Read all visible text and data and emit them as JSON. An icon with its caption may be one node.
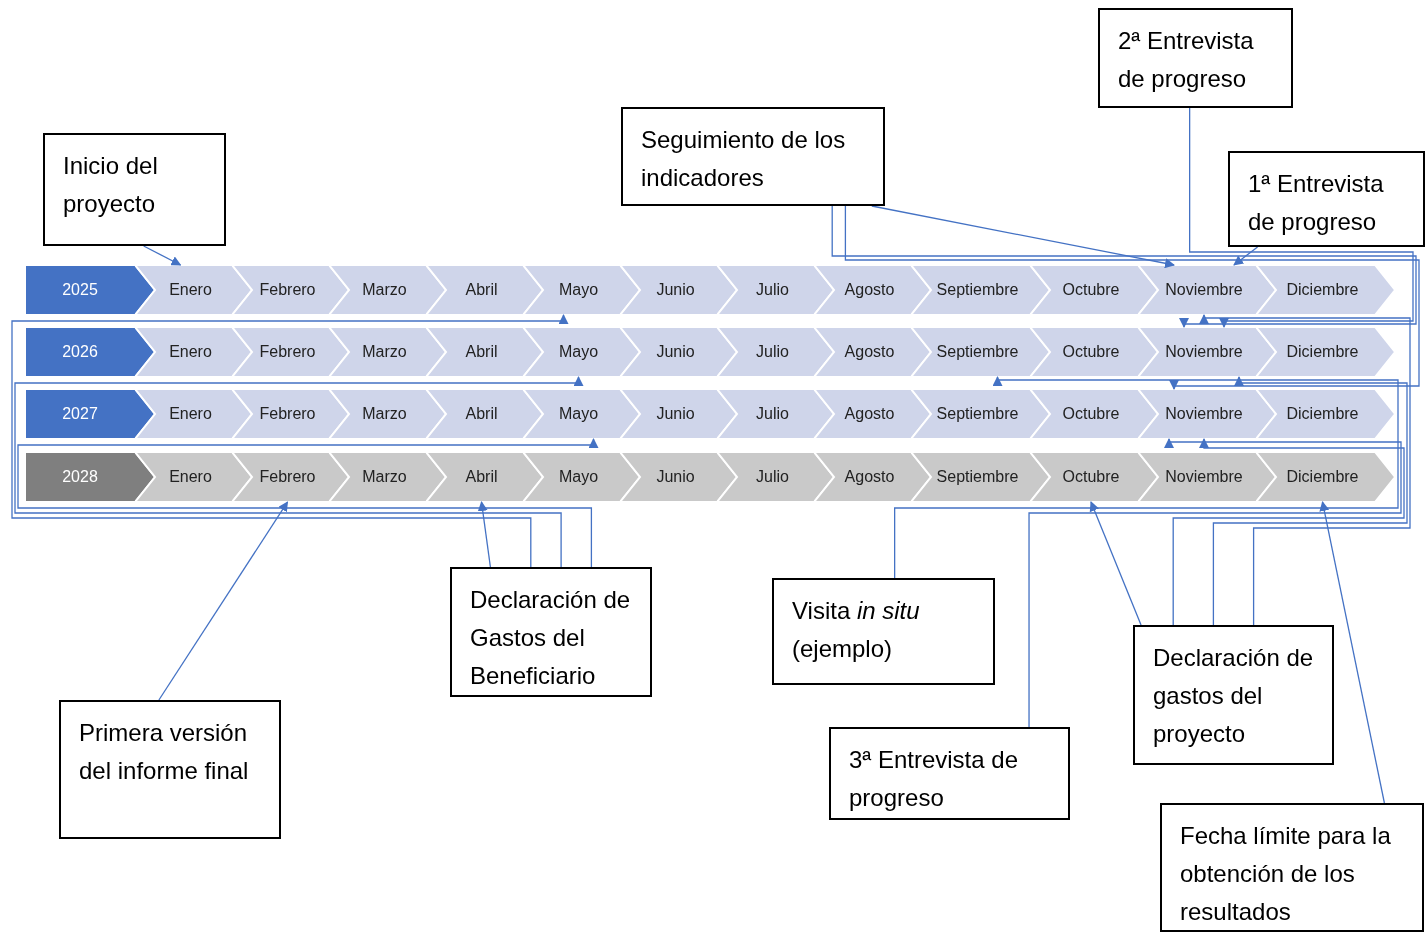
{
  "diagram": {
    "nodes": [
      {
        "text": [
          "2ª Entrevista de progreso"
        ]
      },
      {
        "text": [
          "Seguimiento de los indicadores"
        ]
      },
      {
        "text": [
          "Inicio del proyecto"
        ]
      },
      {
        "text": [
          "1ª Entrevista de progreso"
        ]
      },
      {
        "text": [
          "2025"
        ]
      },
      {
        "text": [
          "Enero"
        ]
      },
      {
        "text": [
          "Febrero"
        ]
      },
      {
        "text": [
          "Marzo"
        ]
      },
      {
        "text": [
          "Abril"
        ]
      },
      {
        "text": [
          "Mayo"
        ]
      },
      {
        "text": [
          "Junio"
        ]
      },
      {
        "text": [
          "Julio"
        ]
      },
      {
        "text": [
          "Agosto"
        ]
      },
      {
        "text": [
          "Septiembre"
        ]
      },
      {
        "text": [
          "Octubre"
        ]
      },
      {
        "text": [
          "Noviembre"
        ]
      },
      {
        "text": [
          "Diciembre"
        ]
      },
      {
        "text": [
          "2026"
        ]
      },
      {
        "text": [
          "Enero"
        ]
      },
      {
        "text": [
          "Febrero"
        ]
      },
      {
        "text": [
          "Marzo"
        ]
      },
      {
        "text": [
          "Abril"
        ]
      },
      {
        "text": [
          "Mayo"
        ]
      },
      {
        "text": [
          "Junio"
        ]
      },
      {
        "text": [
          "Julio"
        ]
      },
      {
        "text": [
          "Agosto"
        ]
      },
      {
        "text": [
          "Septiembre"
        ]
      },
      {
        "text": [
          "Octubre"
        ]
      },
      {
        "text": [
          "Noviembre"
        ]
      },
      {
        "text": [
          "Diciembre"
        ]
      },
      {
        "text": [
          "2027"
        ]
      },
      {
        "text": [
          "Enero"
        ]
      },
      {
        "text": [
          "Febrero"
        ]
      },
      {
        "text": [
          "Marzo"
        ]
      },
      {
        "text": [
          "Abril"
        ]
      },
      {
        "text": [
          "Mayo"
        ]
      },
      {
        "text": [
          "Junio"
        ]
      },
      {
        "text": [
          "Julio"
        ]
      },
      {
        "text": [
          "Agosto"
        ]
      },
      {
        "text": [
          "Septiembre"
        ]
      },
      {
        "text": [
          "Octubre"
        ]
      },
      {
        "text": [
          "Noviembre"
        ]
      },
      {
        "text": [
          "Diciembre"
        ]
      },
      {
        "text": [
          "2028"
        ]
      },
      {
        "text": [
          "Enero"
        ]
      },
      {
        "text": [
          "Febrero"
        ]
      },
      {
        "text": [
          "Marzo"
        ]
      },
      {
        "text": [
          "Abril"
        ]
      },
      {
        "text": [
          "Mayo"
        ]
      },
      {
        "text": [
          "Junio"
        ]
      },
      {
        "text": [
          "Julio"
        ]
      },
      {
        "text": [
          "Agosto"
        ]
      },
      {
        "text": [
          "Septiembre"
        ]
      },
      {
        "text": [
          "Octubre"
        ]
      },
      {
        "text": [
          "Noviembre"
        ]
      },
      {
        "text": [
          "Diciembre"
        ]
      },
      {
        "text": [
          "Declaración de Gastos del Beneficiario"
        ]
      },
      {
        "text": [
          "Visita *in situ* (ejemplo)"
        ]
      },
      {
        "text": [
          "Declaración de gastos del proyecto"
        ]
      },
      {
        "text": [
          "Primera versión del informe final"
        ]
      },
      {
        "text": [
          "3ª Entrevista de progreso"
        ]
      },
      {
        "text": [
          "Fecha límite para la obtención de los resultados"
        ]
      }
    ],
    "edges": [
      {
        "from": 2,
        "to": 5,
        "arrow": "to"
      },
      {
        "from": 1,
        "to": 15,
        "arrow": "to"
      },
      {
        "from": 1,
        "to": 28,
        "arrow": "to"
      },
      {
        "from": 1,
        "to": 41,
        "arrow": "to"
      },
      {
        "from": 0,
        "to": 28,
        "arrow": "to"
      },
      {
        "from": 3,
        "to": 15,
        "arrow": "to"
      },
      {
        "from": 59,
        "to": 45,
        "arrow": "to"
      },
      {
        "from": 56,
        "to": 47,
        "arrow": "to"
      },
      {
        "from": 56,
        "to": 9,
        "arrow": "to"
      },
      {
        "from": 56,
        "to": 22,
        "arrow": "to"
      },
      {
        "from": 56,
        "to": 35,
        "arrow": "to"
      },
      {
        "from": 57,
        "to": 26,
        "arrow": "to"
      },
      {
        "from": 60,
        "to": 41,
        "arrow": "to"
      },
      {
        "from": 58,
        "to": 53,
        "arrow": "to"
      },
      {
        "from": 58,
        "to": 41,
        "arrow": "to"
      },
      {
        "from": 58,
        "to": 28,
        "arrow": "to"
      },
      {
        "from": 58,
        "to": 15,
        "arrow": "to"
      },
      {
        "from": 61,
        "to": 55,
        "arrow": "to"
      }
    ]
  }
}
